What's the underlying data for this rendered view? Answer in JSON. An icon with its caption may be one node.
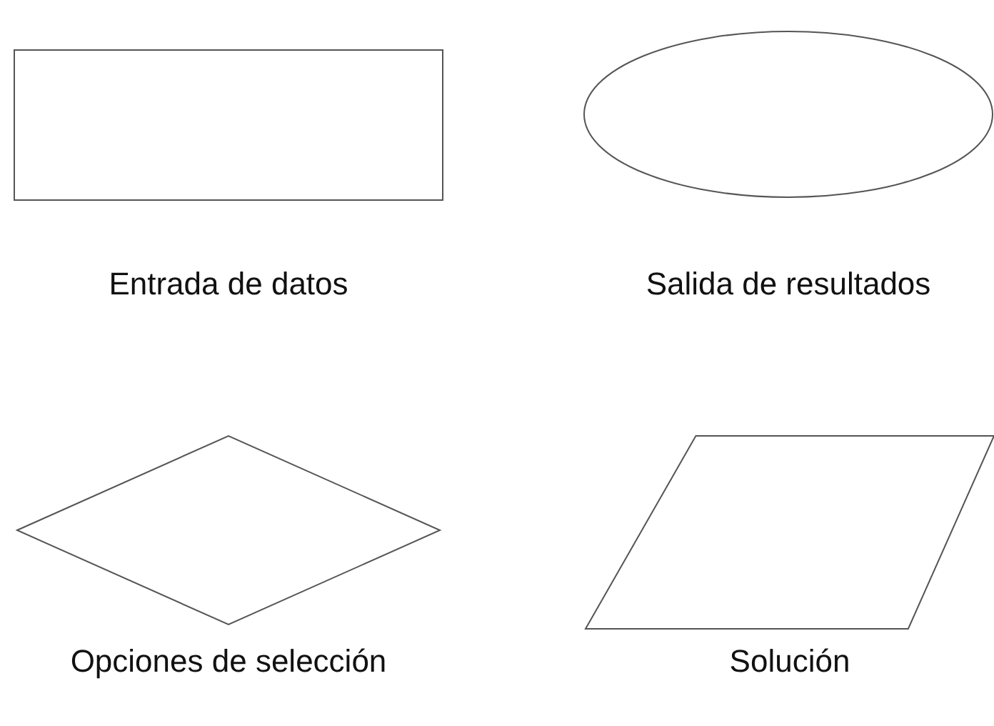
{
  "diagram": {
    "nodes": [
      {
        "text": [],
        "shape": "box",
        "beside": [
          "Entrada de datos"
        ]
      },
      {
        "text": [],
        "shape": "ellipse",
        "beside": [
          "Salida de resultados"
        ]
      },
      {
        "text": [],
        "shape": "diamond",
        "beside": [
          "Opciones de selección"
        ]
      },
      {
        "text": [],
        "shape": "parallelogram",
        "beside": [
          "Solución"
        ]
      }
    ]
  }
}
